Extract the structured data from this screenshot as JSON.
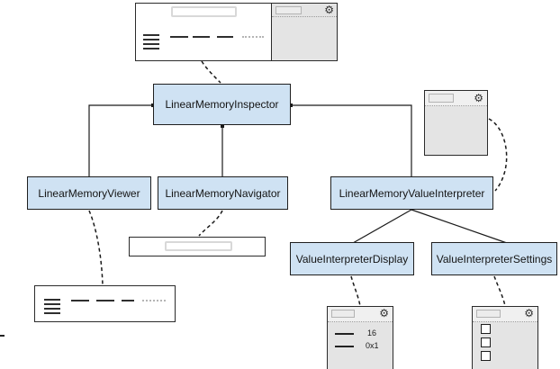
{
  "components": {
    "inspector": "LinearMemoryInspector",
    "viewer": "LinearMemoryViewer",
    "navigator": "LinearMemoryNavigator",
    "value_interpreter": "LinearMemoryValueInterpreter",
    "display": "ValueInterpreterDisplay",
    "settings": "ValueInterpreterSettings"
  },
  "display_mockup": {
    "rows": [
      "16",
      "0x1"
    ]
  },
  "icons": {
    "gear": "⚙"
  },
  "colors": {
    "component_fill": "#cfe2f3",
    "component_border": "#1f1f1f",
    "mockup_body": "#e4e4e4",
    "connector": "#1a1a1a"
  }
}
